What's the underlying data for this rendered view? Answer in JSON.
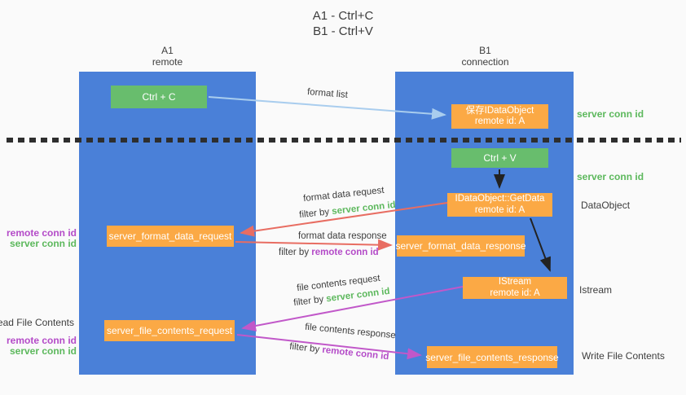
{
  "title": {
    "line1": "A1 - Ctrl+C",
    "line2": "B1 - Ctrl+V"
  },
  "lanes": {
    "a1": {
      "name": "A1",
      "subtitle": "remote"
    },
    "b1": {
      "name": "B1",
      "subtitle": "connection"
    }
  },
  "nodes": {
    "ctrl_c": {
      "label": "Ctrl + C"
    },
    "save_idataobject": {
      "line1": "保存IDataObject",
      "line2": "remote id: A"
    },
    "ctrl_v": {
      "label": "Ctrl + V"
    },
    "getdata": {
      "line1": "IDataObject::GetData",
      "line2": "remote id: A"
    },
    "server_format_data_request": {
      "label": "server_format_data_request"
    },
    "server_format_data_response": {
      "label": "server_format_data_response"
    },
    "istream": {
      "line1": "IStream",
      "line2": "remote id: A"
    },
    "server_file_contents_request": {
      "label": "server_file_contents_request"
    },
    "server_file_contents_response": {
      "label": "server_file_contents_response"
    }
  },
  "edge_labels": {
    "format_list": "format list",
    "format_data_request": "format data request",
    "format_data_response": "format data response",
    "file_contents_request": "file contents request",
    "file_contents_response": "file contents response",
    "filter_by": "filter by ",
    "server_conn_id": "server conn id",
    "remote_conn_id": "remote conn id"
  },
  "annotations": {
    "right": {
      "server_conn_id_top": "server conn id",
      "server_conn_id_mid": "server conn id",
      "dataobject": "DataObject",
      "istream": "Istream",
      "write_file_contents": "Write File Contents"
    },
    "left": {
      "remote_conn_id_top": "remote conn id",
      "server_conn_id_top": "server conn id",
      "read_file_contents": "Read File Contents",
      "remote_conn_id_bottom": "remote conn id",
      "server_conn_id_bottom": "server conn id"
    }
  },
  "colors": {
    "lane_blue": "#4a80d8",
    "box_green": "#68bd6d",
    "box_orange": "#fba945",
    "arrow_red": "#e86d62",
    "arrow_magenta": "#c158c9",
    "arrow_light_blue": "#a9cdee",
    "arrow_black": "#222222",
    "text_green": "#5cb85c",
    "text_purple": "#b44bc8",
    "text_dark": "#3d3d3d"
  }
}
